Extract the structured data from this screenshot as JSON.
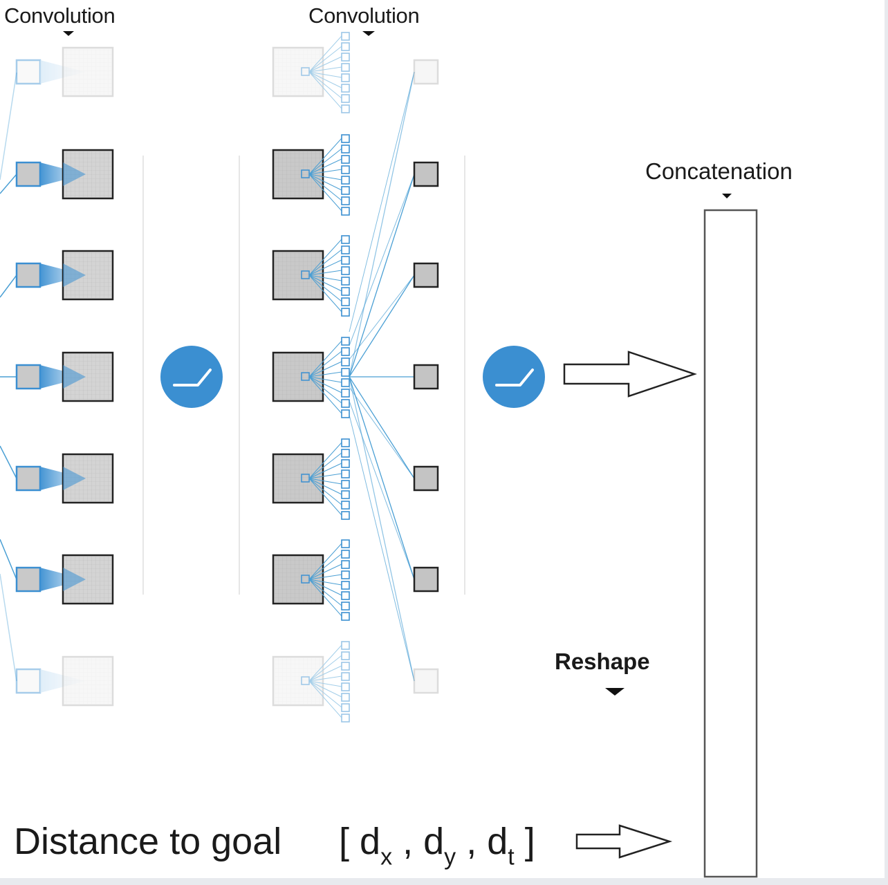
{
  "labels": {
    "convolution_1": "Convolution",
    "convolution_2": "Convolution",
    "concatenation": "Concatenation",
    "reshape": "Reshape",
    "distance_to_goal": "Distance to goal"
  },
  "goal_vector": {
    "open": "[",
    "parts": [
      {
        "symbol": "d",
        "subscript": "x"
      },
      {
        "symbol": "d",
        "subscript": "y"
      },
      {
        "symbol": "d",
        "subscript": "t"
      }
    ],
    "separator": ",",
    "close": "]"
  },
  "colors": {
    "accent": "#3b8fd1",
    "line": "#4a9fd4",
    "map_fill": "#c9c9c9",
    "map_fill_faded": "#efefef",
    "stroke": "#222222"
  },
  "icons": {
    "activation": "relu-activation-icon",
    "arrow": "hollow-right-arrow-icon",
    "pointer": "down-triangle-icon"
  }
}
